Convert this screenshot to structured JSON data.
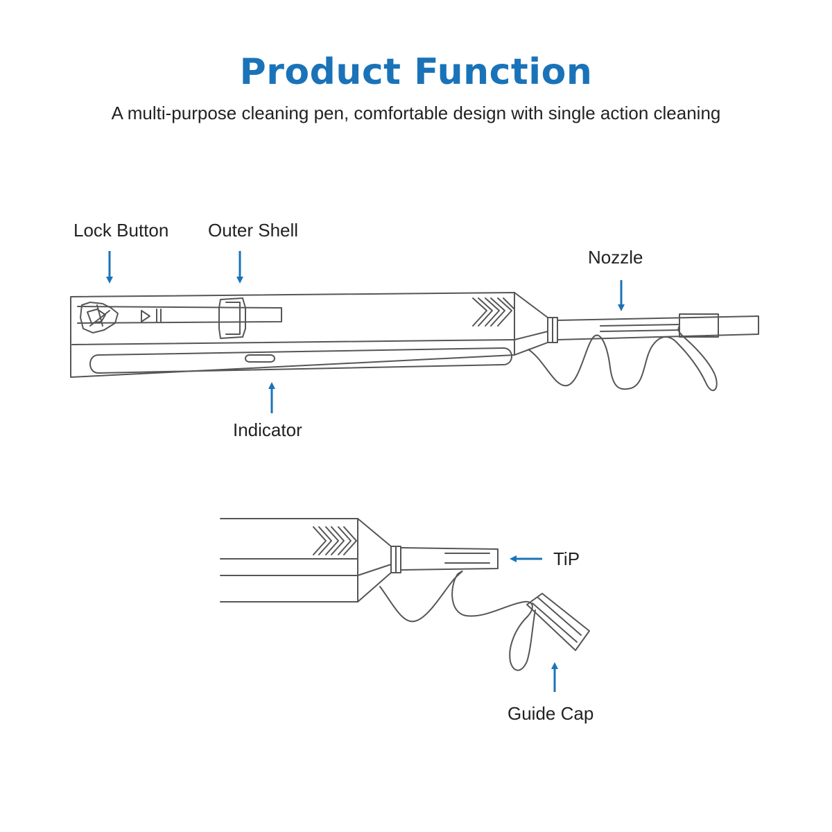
{
  "header": {
    "title": "Product Function",
    "subtitle": "A multi-purpose cleaning pen, comfortable design with single action cleaning"
  },
  "labels": {
    "lock_button": "Lock Button",
    "outer_shell": "Outer Shell",
    "nozzle": "Nozzle",
    "indicator": "Indicator",
    "tip": "TiP",
    "guide_cap": "Guide Cap"
  },
  "colors": {
    "title": "#1a73b8",
    "arrow": "#1a73b8",
    "line": "#555555",
    "text": "#222222"
  },
  "icons": {
    "pointer": "arrow-icon"
  }
}
